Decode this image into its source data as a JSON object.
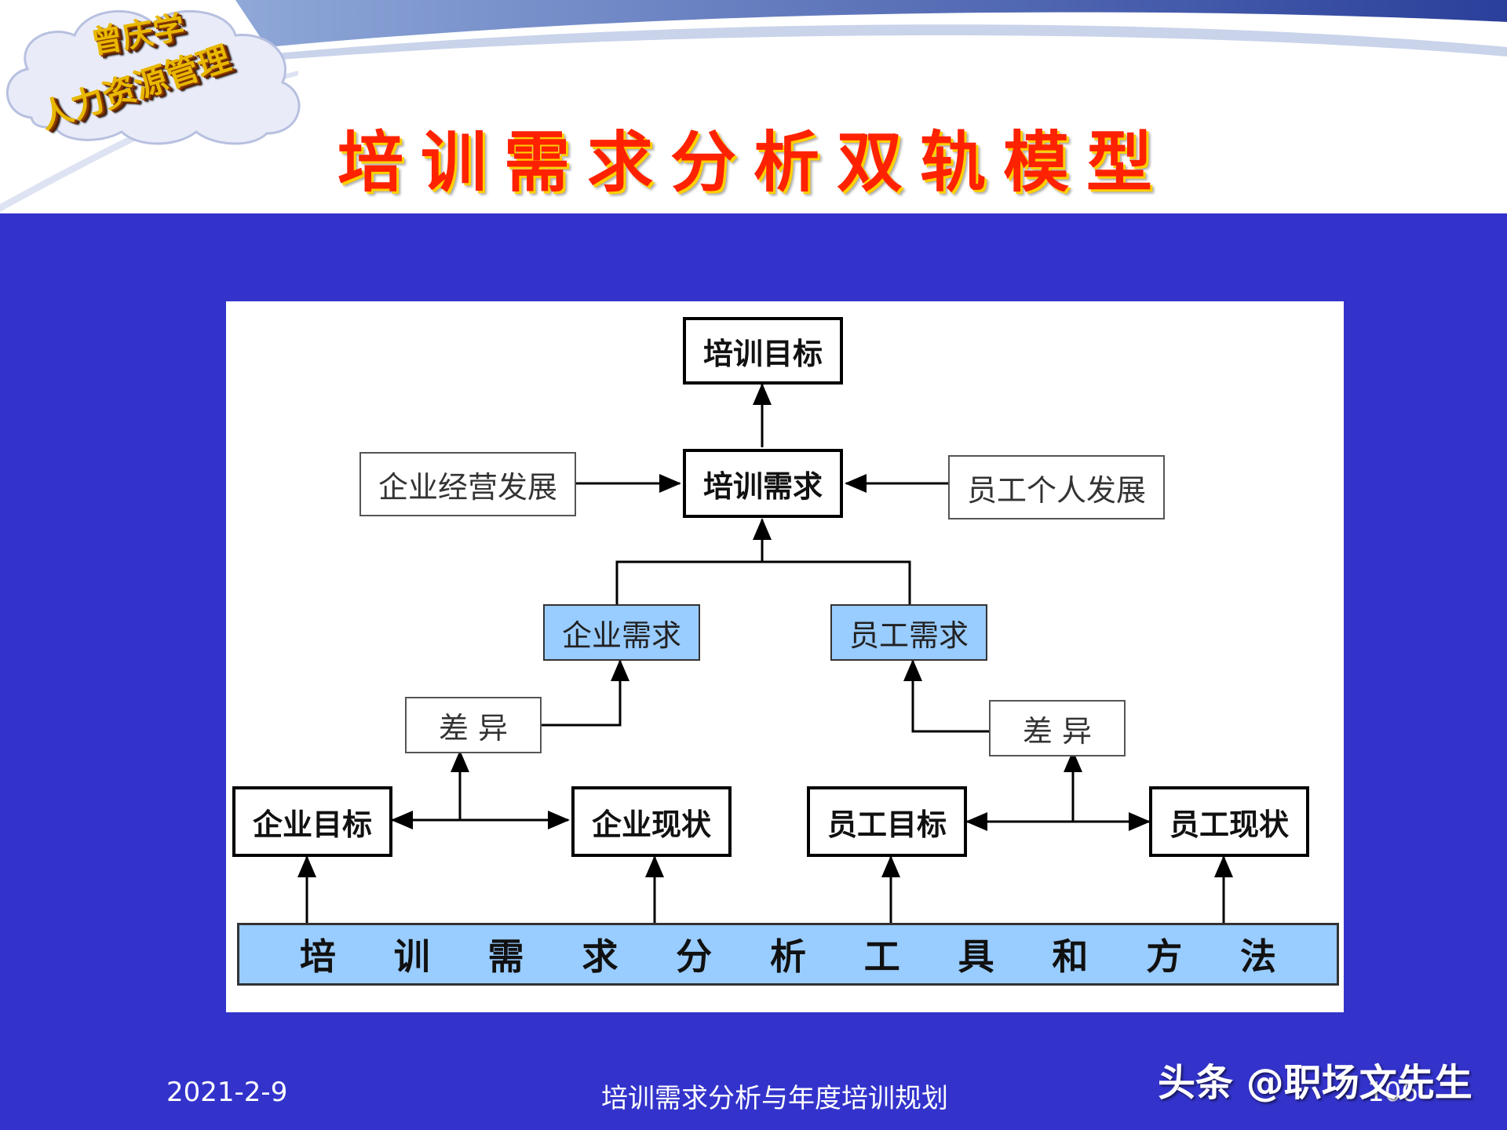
{
  "logo": {
    "line1": "曾庆学",
    "line2": "人力资源管理"
  },
  "title": "培训需求分析双轨模型",
  "diagram": {
    "goal": "培训目标",
    "need": "培训需求",
    "business_dev": "企业经营发展",
    "employee_dev": "员工个人发展",
    "enterprise_need": "企业需求",
    "employee_need": "员工需求",
    "gap_left": "差 异",
    "gap_right": "差 异",
    "enterprise_goal": "企业目标",
    "enterprise_status": "企业现状",
    "employee_goal": "员工目标",
    "employee_status": "员工现状",
    "tools_chars": [
      "培",
      "训",
      "需",
      "求",
      "分",
      "析",
      "工",
      "具",
      "和",
      "方",
      "法"
    ]
  },
  "footer": {
    "date": "2021-2-9",
    "subject": "培训需求分析与年度培训规划",
    "page": "106"
  },
  "watermark": "头条 @职场文先生",
  "colors": {
    "background": "#3333cc",
    "title": "#ff2200",
    "box_fill": "#99ccff",
    "logo": "#e8b800"
  }
}
